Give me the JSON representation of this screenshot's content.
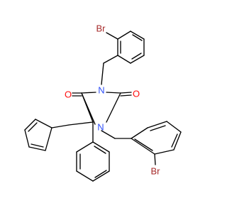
{
  "structure": {
    "background": "#ffffff",
    "bond_color": "#000000",
    "atoms": [
      {
        "id": "br_top",
        "label": "Br",
        "color": "#A62929"
      },
      {
        "id": "n_top",
        "label": "N",
        "color": "#3050F8"
      },
      {
        "id": "n_bottom",
        "label": "N",
        "color": "#3050F8"
      },
      {
        "id": "o_left",
        "label": "O",
        "color": "#FF0D0D"
      },
      {
        "id": "o_right",
        "label": "O",
        "color": "#FF0D0D"
      },
      {
        "id": "br_bottom",
        "label": "Br",
        "color": "#A62929"
      }
    ]
  }
}
